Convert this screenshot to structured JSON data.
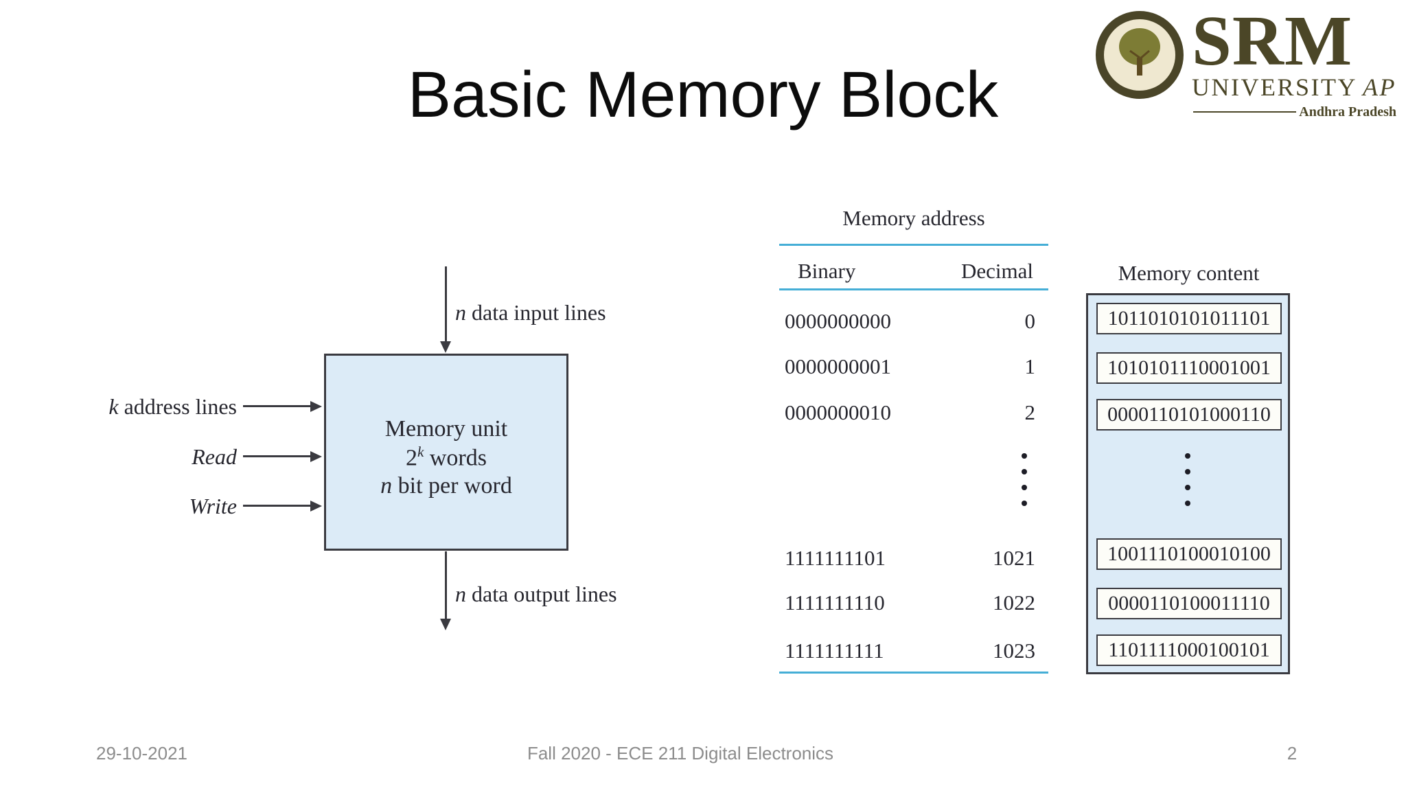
{
  "slide": {
    "title": "Basic Memory Block",
    "page_number": "2",
    "footer_date": "29-10-2021",
    "footer_course": "Fall 2020 - ECE 211 Digital Electronics"
  },
  "logo": {
    "wordmark": "SRM",
    "university": "UNIVERSITY",
    "ap": "AP",
    "region": "Andhra Pradesh",
    "seal_top": "SRM UNIVERSITY",
    "seal_bottom": "AP"
  },
  "diagram": {
    "input_em": "n",
    "input_rest": " data input lines",
    "output_em": "n",
    "output_rest": " data output lines",
    "addr_em": "k",
    "addr_rest": " address lines",
    "read_label": "Read",
    "write_label": "Write",
    "box_line1": "Memory unit",
    "box_line2_base": "2",
    "box_line2_sup": "k",
    "box_line2_rest": " words",
    "box_line3_em": "n",
    "box_line3_rest": " bit per word"
  },
  "table": {
    "title": "Memory address",
    "col_binary": "Binary",
    "col_decimal": "Decimal",
    "rows_top": [
      {
        "bin": "0000000000",
        "dec": "0"
      },
      {
        "bin": "0000000001",
        "dec": "1"
      },
      {
        "bin": "0000000010",
        "dec": "2"
      }
    ],
    "rows_bottom": [
      {
        "bin": "1111111101",
        "dec": "1021"
      },
      {
        "bin": "1111111110",
        "dec": "1022"
      },
      {
        "bin": "1111111111",
        "dec": "1023"
      }
    ]
  },
  "memory": {
    "title": "Memory content",
    "cells_top": [
      "1011010101011101",
      "1010101110001001",
      "0000110101000110"
    ],
    "cells_bottom": [
      "1001110100010100",
      "0000110100011110",
      "1101111000100101"
    ]
  },
  "colors": {
    "box_fill": "#dcebf7",
    "table_rule": "#45aed6",
    "logo_olive": "#4b4627",
    "footer_gray": "#8c8c8c"
  }
}
